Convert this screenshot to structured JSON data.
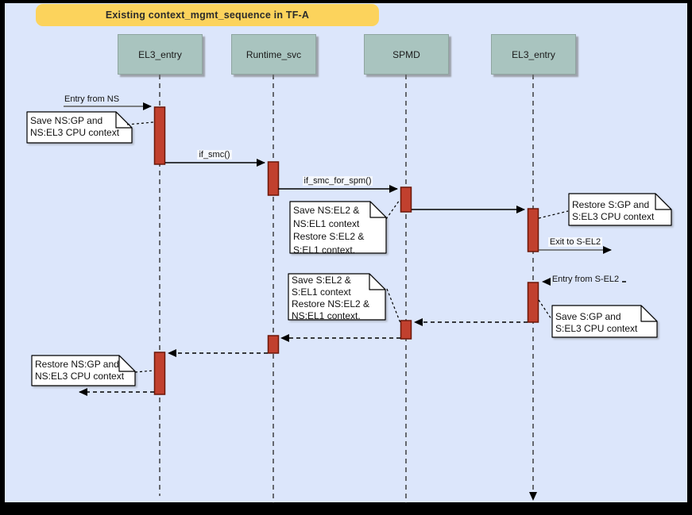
{
  "diagram": {
    "title": "Existing context_mgmt_sequence in TF-A",
    "type": "uml-sequence-diagram",
    "colors": {
      "background": "#dce6fb",
      "frame": "#000000",
      "title_bg": "#fcd35c",
      "lifeline_box_fill": "#a9c4bf",
      "activation_fill": "#c1402e",
      "activation_border": "#6b1708",
      "note_fill": "#ffffff",
      "arrow_gray": "#5b5b5b",
      "arrow_black": "#000000"
    },
    "lifelines": [
      {
        "label": "EL3_entry"
      },
      {
        "label": "Runtime_svc"
      },
      {
        "label": "SPMD"
      },
      {
        "label": "EL3_entry"
      }
    ],
    "messages": [
      {
        "label": "Entry from NS",
        "from": "external",
        "to": "EL3_entry",
        "style": "solid"
      },
      {
        "label": "if_smc()",
        "from": "EL3_entry",
        "to": "Runtime_svc",
        "style": "solid"
      },
      {
        "label": "if_smc_for_spm()",
        "from": "Runtime_svc",
        "to": "SPMD",
        "style": "solid"
      },
      {
        "label": "",
        "from": "SPMD",
        "to": "EL3_entry",
        "style": "solid"
      },
      {
        "label": "Exit to S-EL2",
        "from": "EL3_entry",
        "to": "external",
        "style": "solid"
      },
      {
        "label": "Entry from S-EL2",
        "from": "external",
        "to": "EL3_entry",
        "style": "dashed"
      },
      {
        "label": "",
        "from": "EL3_entry",
        "to": "SPMD",
        "style": "dashed"
      },
      {
        "label": "",
        "from": "SPMD",
        "to": "Runtime_svc",
        "style": "dashed"
      },
      {
        "label": "",
        "from": "Runtime_svc",
        "to": "EL3_entry",
        "style": "dashed"
      },
      {
        "label": "",
        "from": "EL3_entry",
        "to": "external",
        "style": "dashed"
      }
    ],
    "notes": [
      {
        "lines": [
          "Save NS:GP and",
          "NS:EL3 CPU context"
        ]
      },
      {
        "lines": [
          "Save NS:EL2 &",
          "NS:EL1 context",
          "Restore S:EL2 &",
          "S:EL1 context."
        ]
      },
      {
        "lines": [
          "Restore S:GP and",
          "S:EL3 CPU context"
        ]
      },
      {
        "lines": [
          "Save S:EL2 &",
          "S:EL1 context",
          "Restore NS:EL2 &",
          "NS:EL1 context."
        ]
      },
      {
        "lines": [
          "Save S:GP and",
          "S:EL3 CPU context"
        ]
      },
      {
        "lines": [
          "Restore NS:GP and",
          "NS:EL3 CPU context"
        ]
      }
    ]
  }
}
